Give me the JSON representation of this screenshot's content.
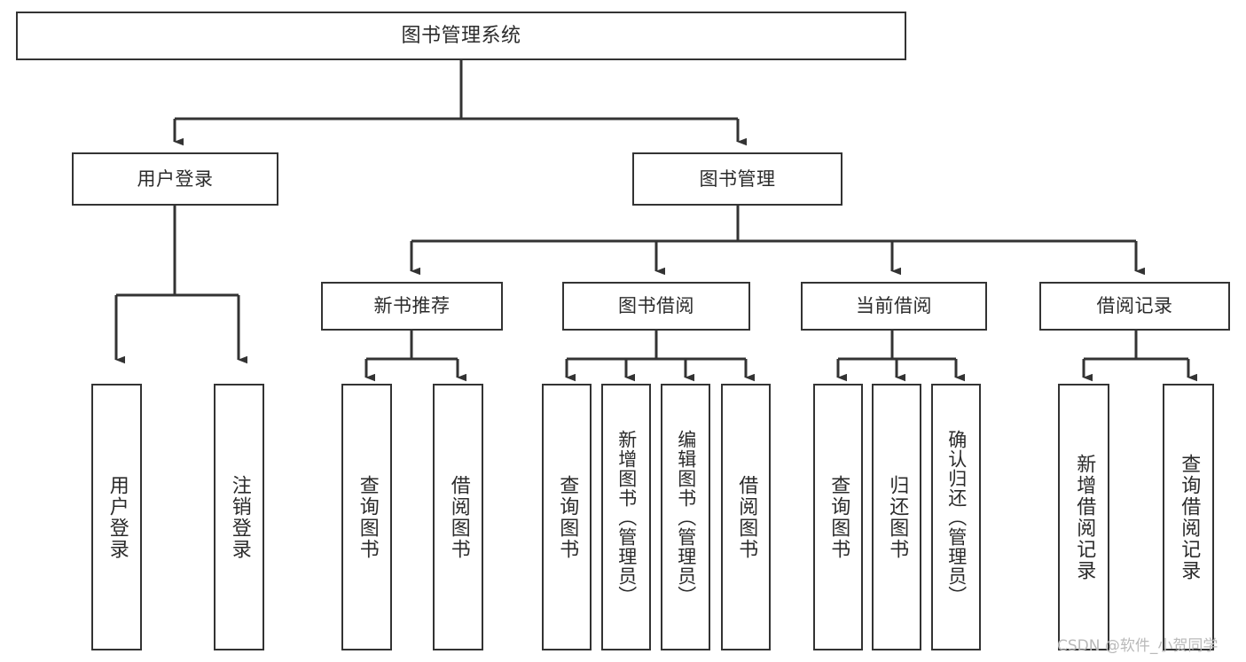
{
  "diagram": {
    "type": "tree-hierarchy-chart",
    "title": "图书管理系统",
    "orientation": "top-down",
    "line_color": "#333333",
    "box_fill": "#ffffff",
    "text_color": "#2b2b2b",
    "watermark": "CSDN @软件_小贺同学",
    "levels": [
      {
        "level": 1,
        "nodes": [
          {
            "id": "root",
            "label": "图书管理系统"
          }
        ]
      },
      {
        "level": 2,
        "nodes": [
          {
            "id": "login",
            "label": "用户登录",
            "parent": "root"
          },
          {
            "id": "bookmgmt",
            "label": "图书管理",
            "parent": "root"
          }
        ]
      },
      {
        "level": 3,
        "nodes": [
          {
            "id": "newbook",
            "label": "新书推荐",
            "parent": "bookmgmt"
          },
          {
            "id": "borrow",
            "label": "图书借阅",
            "parent": "bookmgmt"
          },
          {
            "id": "current",
            "label": "当前借阅",
            "parent": "bookmgmt"
          },
          {
            "id": "record",
            "label": "借阅记录",
            "parent": "bookmgmt"
          }
        ]
      },
      {
        "level": 4,
        "nodes": [
          {
            "id": "leaf1",
            "label": "用户登录",
            "parent": "login"
          },
          {
            "id": "leaf2",
            "label": "注销登录",
            "parent": "login"
          },
          {
            "id": "leaf3",
            "label": "查询图书",
            "parent": "newbook"
          },
          {
            "id": "leaf4",
            "label": "借阅图书",
            "parent": "newbook"
          },
          {
            "id": "leaf5",
            "label": "查询图书",
            "parent": "borrow"
          },
          {
            "id": "leaf6",
            "label": "新增图书（管理员）",
            "parent": "borrow"
          },
          {
            "id": "leaf7",
            "label": "编辑图书（管理员）",
            "parent": "borrow"
          },
          {
            "id": "leaf8",
            "label": "借阅图书",
            "parent": "borrow"
          },
          {
            "id": "leaf9",
            "label": "查询图书",
            "parent": "current"
          },
          {
            "id": "leaf10",
            "label": "归还图书",
            "parent": "current"
          },
          {
            "id": "leaf11",
            "label": "确认归还（管理员）",
            "parent": "current"
          },
          {
            "id": "leaf12",
            "label": "新增借阅记录",
            "parent": "record"
          },
          {
            "id": "leaf13",
            "label": "查询借阅记录",
            "parent": "record"
          }
        ]
      }
    ]
  }
}
